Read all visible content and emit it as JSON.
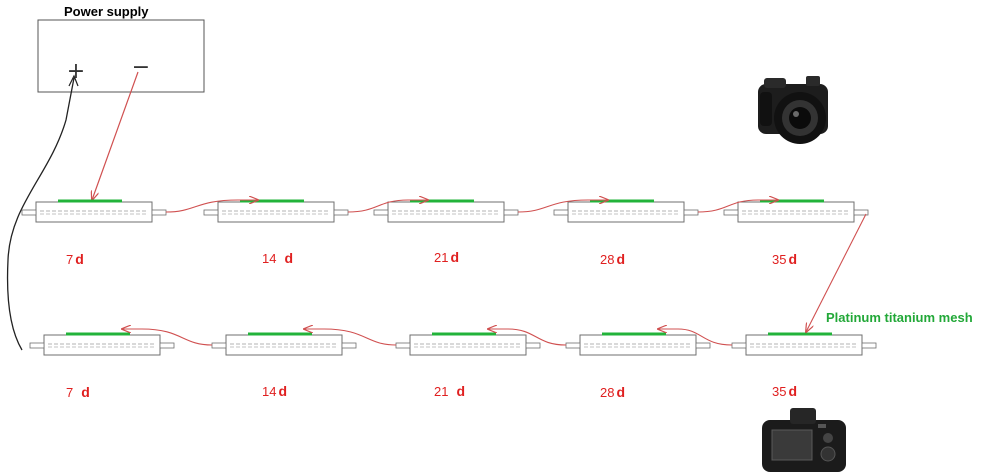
{
  "power_supply": {
    "title": "Power supply",
    "positive_symbol": "+",
    "negative_symbol": "−"
  },
  "mesh_label": "Platinum titanium mesh",
  "unit": "d",
  "top_row": [
    {
      "value": "7"
    },
    {
      "value": "14"
    },
    {
      "value": "21"
    },
    {
      "value": "28"
    },
    {
      "value": "35"
    }
  ],
  "bottom_row": [
    {
      "value": "7"
    },
    {
      "value": "14"
    },
    {
      "value": "21"
    },
    {
      "value": "28"
    },
    {
      "value": "35"
    }
  ],
  "colors": {
    "mesh": "#22b33a",
    "arrow": "#d05050",
    "label": "#e02020",
    "mesh_label": "#22a838",
    "outline": "#6f6f6f",
    "wire": "#222222"
  },
  "icons": {
    "camera_top": "dslr-camera-front-icon",
    "camera_bottom": "dslr-camera-back-icon"
  }
}
